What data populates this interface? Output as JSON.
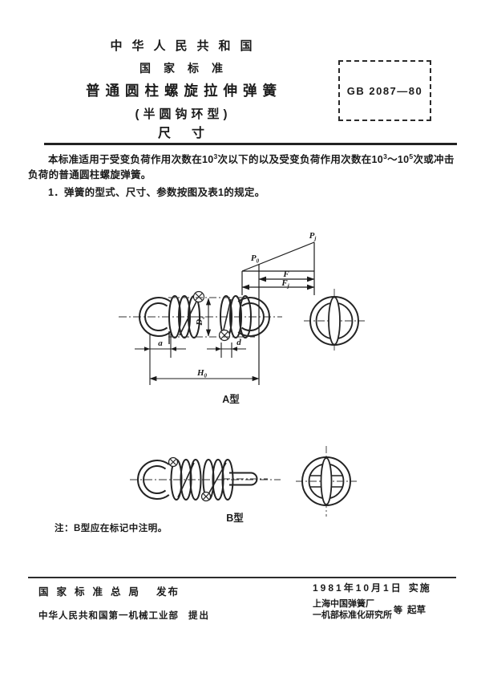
{
  "header": {
    "country": "中华人民共和国",
    "standard_type": "国家标准",
    "title": "普通圆柱螺旋拉伸弹簧",
    "subtitle": "(半圆钩环型)",
    "subject": "尺寸",
    "standard_no": "GB 2087—80"
  },
  "intro": {
    "seg1": "本标准适用于受变负荷作用次数在10",
    "sup1": "3",
    "seg2": "次以下的以及受变负荷作用次数在10",
    "sup2": "3",
    "seg3": "～10",
    "sup3": "5",
    "seg4": "次或冲击负荷的普通圆柱螺旋弹簧。",
    "item1": "1．弹簧的型式、尺寸、参数按图及表1的规定。"
  },
  "figure_a": {
    "caption": "A型",
    "pj_main": "P",
    "pj_sub": "j",
    "p0_main": "P",
    "p0_sub": "0",
    "f": "F",
    "fj_main": "F",
    "fj_sub": "j",
    "d2_main": "D",
    "d2_sub": "2",
    "a": "a",
    "d": "d",
    "h0_main": "H",
    "h0_sub": "0"
  },
  "figure_b": {
    "caption": "B型"
  },
  "note": "注：B型应在标记中注明。",
  "footer": {
    "issuer": "国家标准总局",
    "issue_verb": "发布",
    "proposer": "中华人民共和国第一机械工业部",
    "propose_verb": "提出",
    "impl_date": "1981年10月1日",
    "impl_verb": "实施",
    "drafter1": "上海中国弹簧厂",
    "drafter2": "一机部标准化研究所",
    "drafter_etc": "等",
    "draft_verb": "起草"
  }
}
